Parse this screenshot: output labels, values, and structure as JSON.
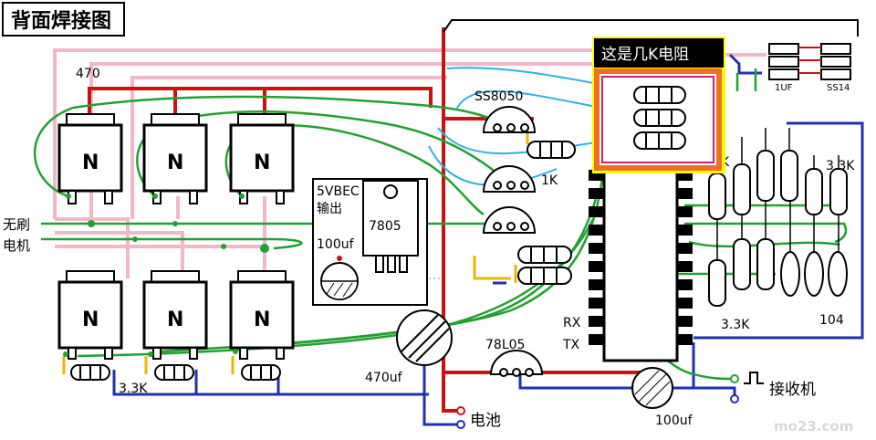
{
  "title": "背面焊接图",
  "callout": "这是几K电阻",
  "labels": {
    "r470": "470",
    "ss8050": "SS8050",
    "r1k": "1K",
    "r3k3_right": "3.3K",
    "r3k3_mid": "3.3K",
    "r3k3_left": "3.3K",
    "c104": "104",
    "bec_line1": "5VBEC",
    "bec_line2": "输出",
    "reg7805": "7805",
    "c100uf_left": "100uf",
    "c470uf": "470uf",
    "reg78l05": "78L05",
    "c100uf_bottom": "100uf",
    "motor_line1": "无刷",
    "motor_line2": "电机",
    "battery": "电池",
    "receiver": "接收机",
    "rx": "RX",
    "tx": "TX",
    "c1uf": "1UF",
    "ss14": "SS14",
    "mosfet": "N",
    "watermark": "mo23.com"
  },
  "colors": {
    "red_wire": "#cc1111",
    "pink_wire": "#f2b8c8",
    "green_wire": "#22a030",
    "blue_wire": "#2030b0",
    "yellow_wire": "#e8b800",
    "cyan_wire": "#30b0e0",
    "callout_fill": "#ffff00",
    "callout_border": "#f07020"
  }
}
